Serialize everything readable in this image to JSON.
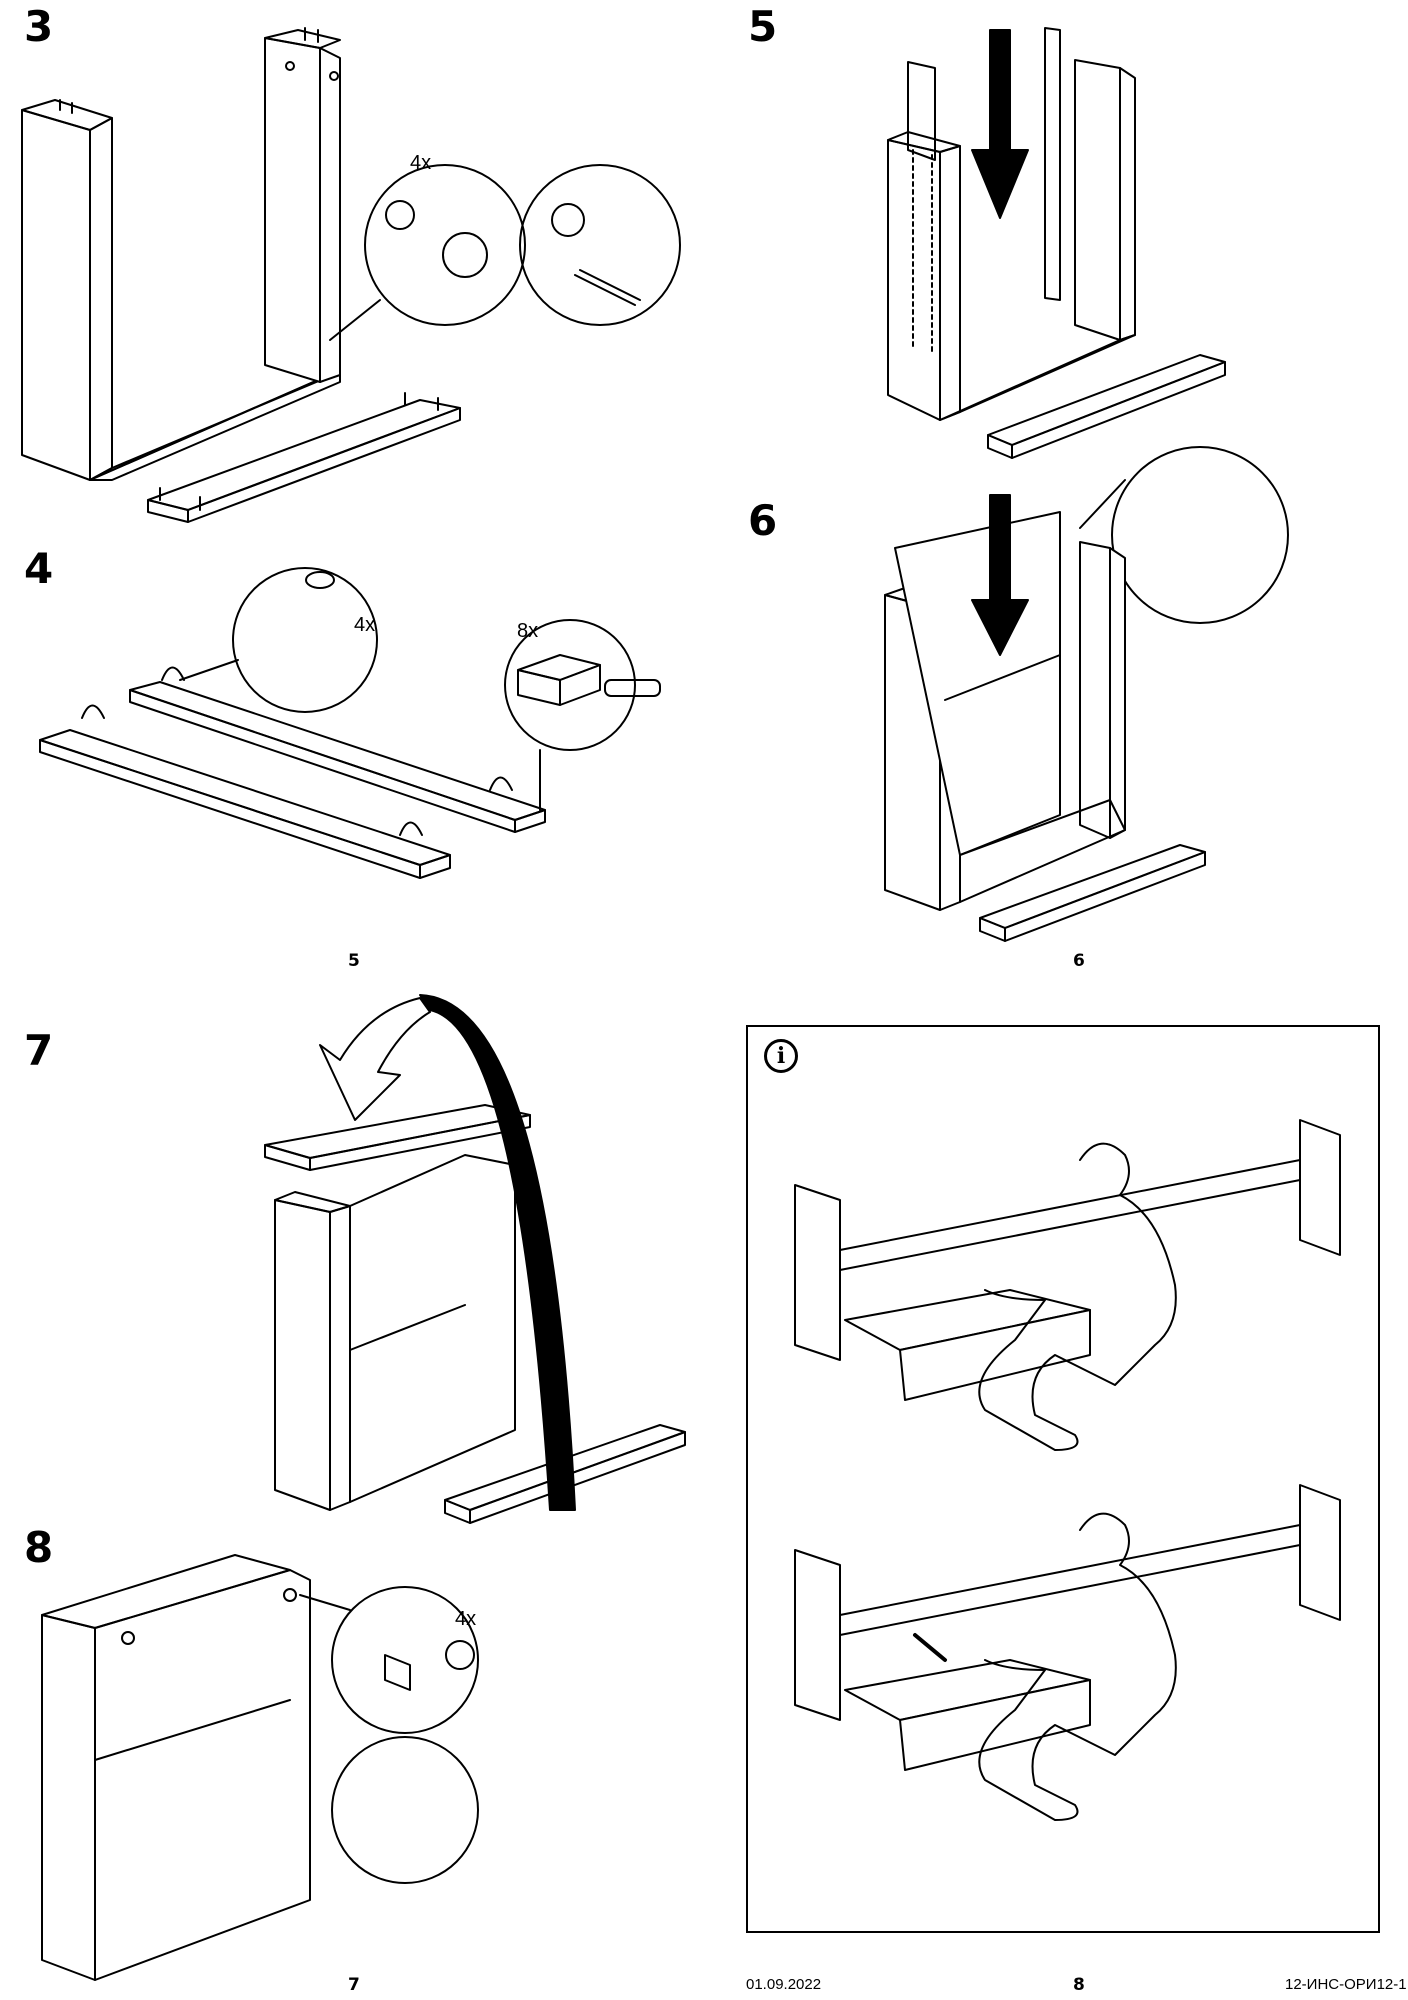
{
  "steps": [
    {
      "number": "3",
      "quantity": "4x"
    },
    {
      "number": "4",
      "quantity": "4x",
      "quantity_2": "8x"
    },
    {
      "number": "5"
    },
    {
      "number": "6"
    },
    {
      "number": "7"
    },
    {
      "number": "8",
      "quantity": "4x"
    }
  ],
  "pages": {
    "left_top": "5",
    "right_top": "6",
    "left_bottom": "7",
    "right_bottom": "8"
  },
  "footer": {
    "date": "01.09.2022",
    "doc_code": "12-ИНС-ОРИ12-1"
  },
  "info": {
    "icon": "info-icon",
    "glyph": "i"
  }
}
